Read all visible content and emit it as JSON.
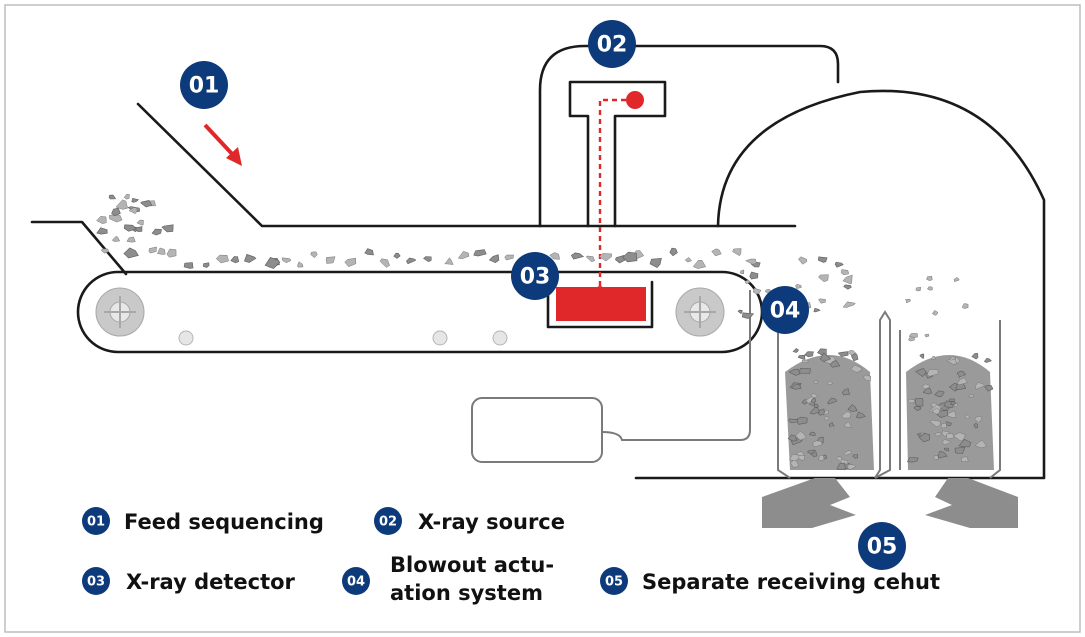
{
  "badges": {
    "b01": "01",
    "b02": "02",
    "b03": "03",
    "b04": "04",
    "b05": "05"
  },
  "legend": {
    "item1": {
      "num": "01",
      "label": "Feed sequencing"
    },
    "item2": {
      "num": "02",
      "label": "X-ray source"
    },
    "item3": {
      "num": "03",
      "label": "X-ray detector"
    },
    "item4": {
      "num": "04",
      "label_line1": "Blowout actu-",
      "label_line2": "ation system"
    },
    "item5": {
      "num": "05",
      "label": "Separate receiving cehut"
    }
  },
  "colors": {
    "badge": "#0d3a7a",
    "accent_red": "#e0282a",
    "outline": "#1a1a1a",
    "rock": "#8d8d8d"
  }
}
